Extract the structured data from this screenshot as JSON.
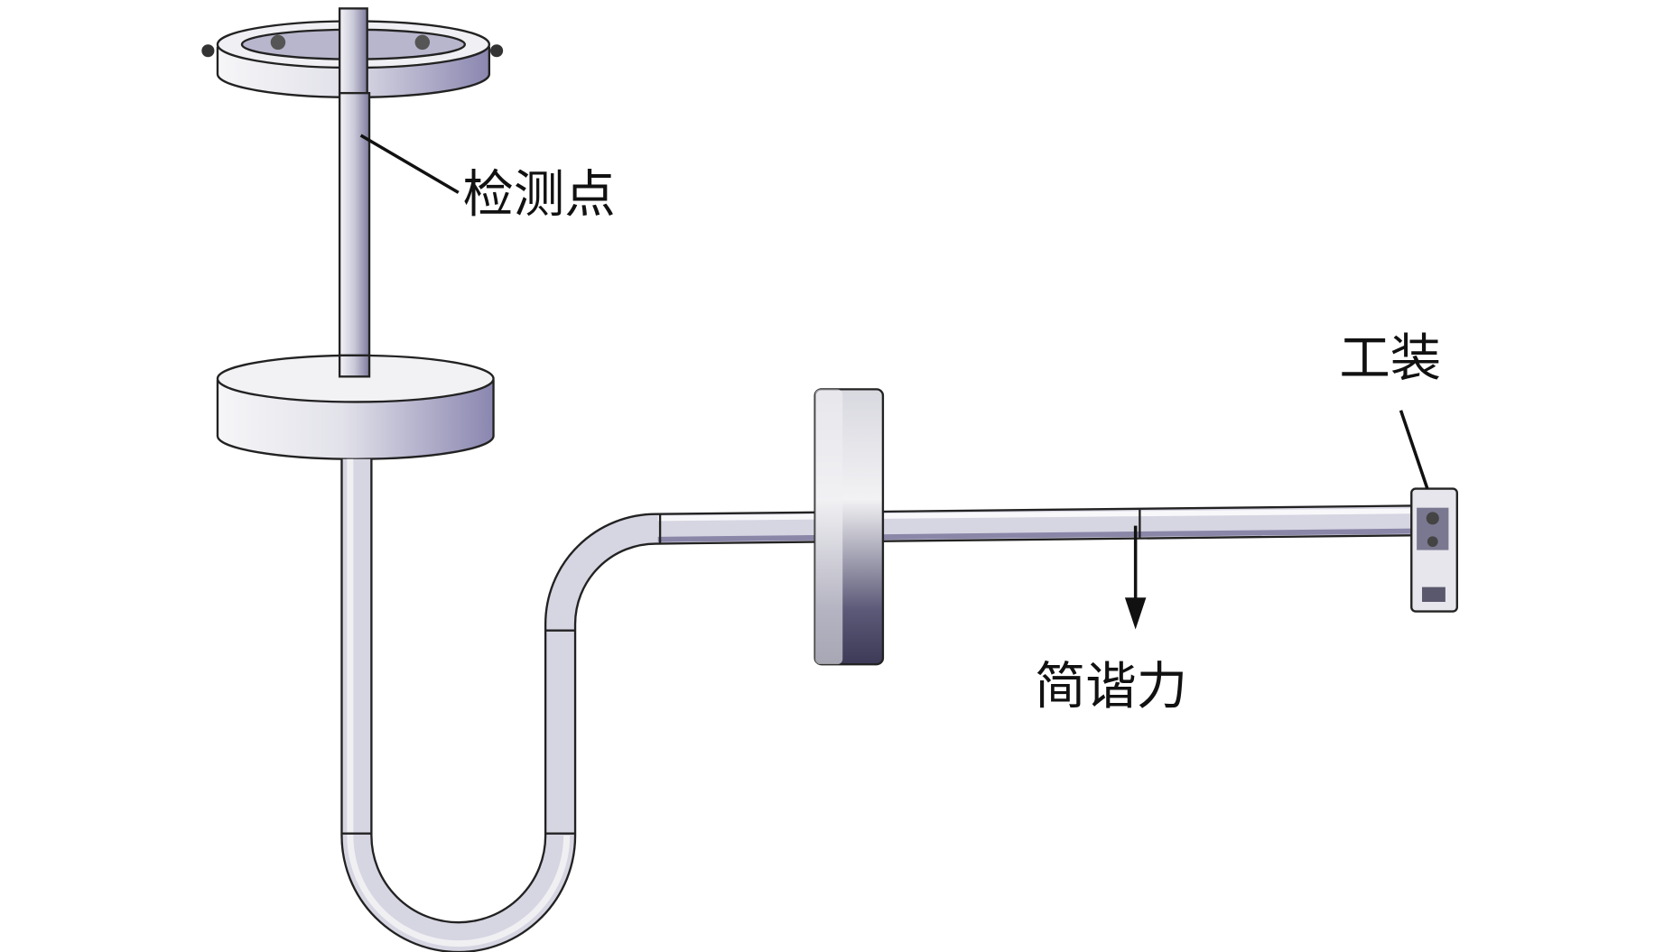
{
  "labels": {
    "detection_point": "检测点",
    "fixture": "工装",
    "harmonic_force": "简谐力"
  },
  "colors": {
    "pipe_light": "#e8e8f0",
    "pipe_dark": "#8a86a8",
    "outline": "#222222"
  }
}
